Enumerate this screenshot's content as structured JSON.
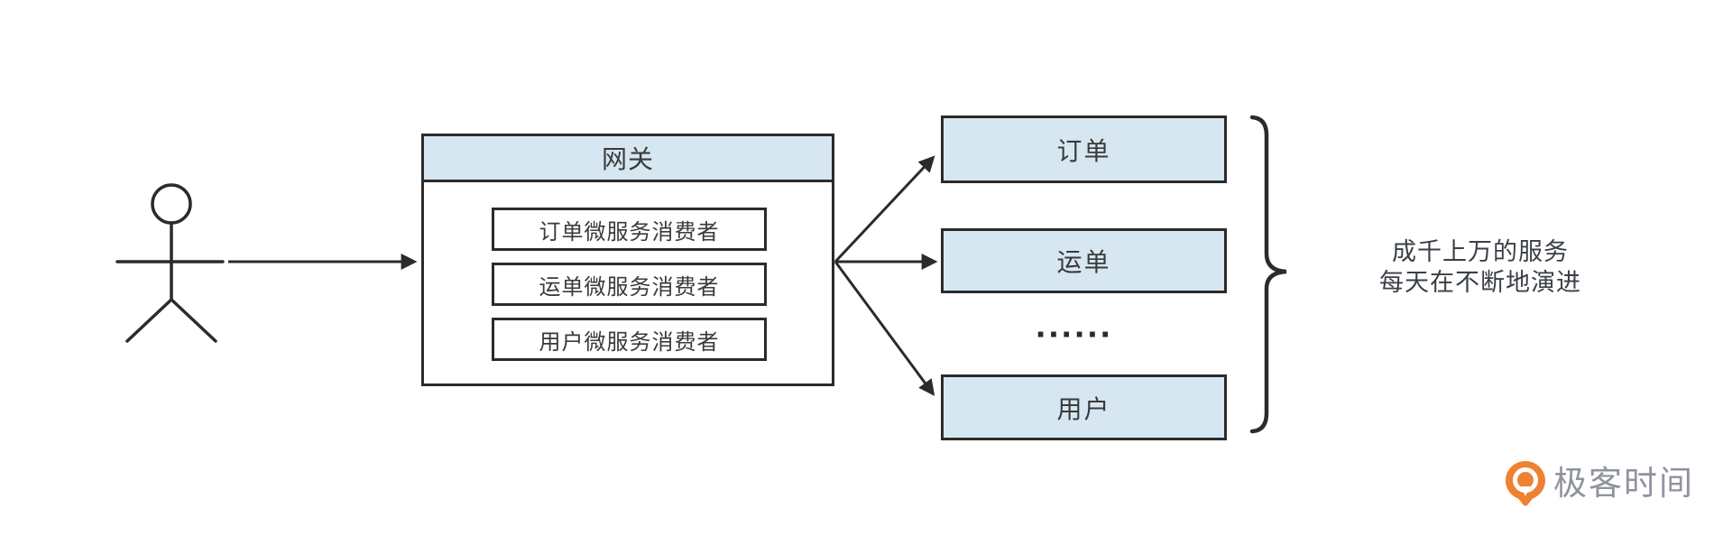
{
  "gateway": {
    "title": "网关",
    "consumers": [
      {
        "label": "订单微服务消费者"
      },
      {
        "label": "运单微服务消费者"
      },
      {
        "label": "用户微服务消费者"
      }
    ]
  },
  "services": [
    {
      "label": "订单"
    },
    {
      "label": "运单"
    },
    {
      "label": "用户"
    }
  ],
  "services_ellipsis": "······",
  "caption": {
    "line1": "成千上万的服务",
    "line2": "每天在不断地演进"
  },
  "brand": {
    "name": "极客时间"
  },
  "colors": {
    "box_fill_blue": "#d7e7f1",
    "stroke_dark": "#2b2b2b",
    "text_dark": "#3a3a3a",
    "brand_orange": "#f08032",
    "brand_text_gray": "#8f939c",
    "background": "#ffffff"
  }
}
